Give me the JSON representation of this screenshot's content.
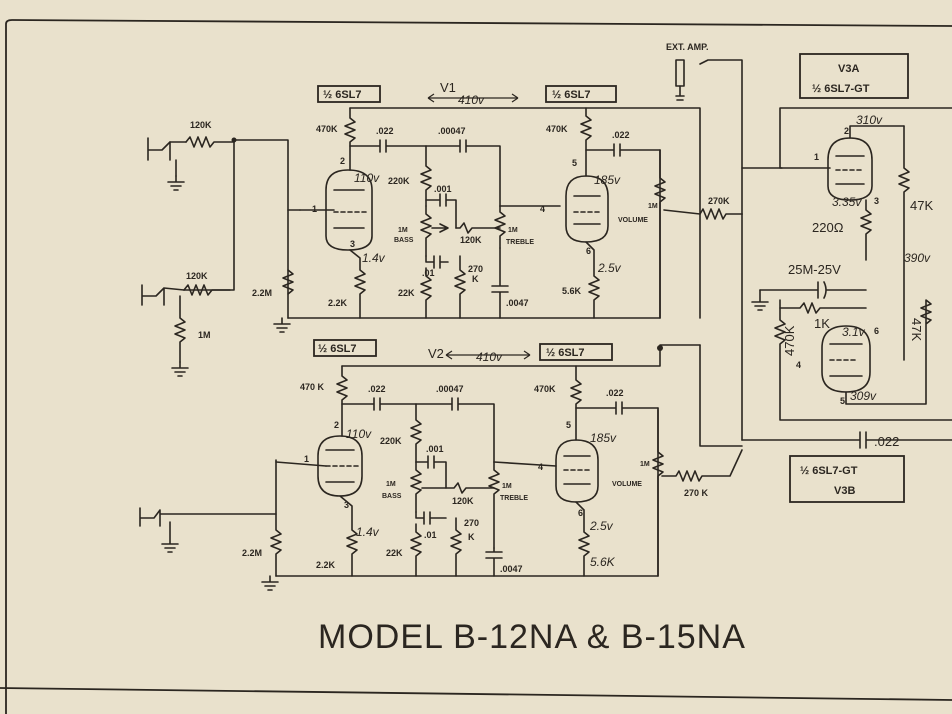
{
  "title": "MODEL B-12NA & B-15NA",
  "tubes": {
    "v1_left": "½ 6SL7",
    "v1_right": "½ 6SL7",
    "v1_tag": "V1",
    "v1_voltage": "410v",
    "v2_left": "½ 6SL7",
    "v2_right": "½ 6SL7",
    "v2_tag": "V2",
    "v2_voltage": "410v",
    "v3a_line1": "V3A",
    "v3a_line2": "½ 6SL7-GT",
    "v3b_line1": "½ 6SL7-GT",
    "v3b_line2": "V3B"
  },
  "ext_amp": "EXT. AMP.",
  "channel1": {
    "in_res": "120K",
    "in_res2": "120K",
    "r_1m": "1M",
    "grid_res": "2.2M",
    "cathode_res": "2.2K",
    "plate_res": "470K",
    "cap_022": ".022",
    "cap_00047": ".00047",
    "res_220k": "220K",
    "cap_001": ".001",
    "bass_pot": "1M",
    "bass_label": "BASS",
    "treble_pot": "1M",
    "treble_label": "TREBLE",
    "res_120k": "120K",
    "cap_01": ".01",
    "res_22k": "22K",
    "res_270k": "270",
    "res_270k_suffix": "K",
    "cap_0047": ".0047",
    "v_110": "110v",
    "v_14": "1.4v",
    "plate2_res": "470K",
    "cap2_022": ".022",
    "v_185": "185v",
    "v_25": "2.5v",
    "cath2_res": "5.6K",
    "volume_pot": "1M",
    "volume_label": "VOLUME",
    "mix_res": "270K",
    "pin1": "1",
    "pin2": "2",
    "pin3": "3",
    "pin4": "4",
    "pin5": "5",
    "pin6": "6"
  },
  "channel2": {
    "plate_res": "470 K",
    "cap_022": ".022",
    "cap_00047": ".00047",
    "res_220k": "220K",
    "cap_001": ".001",
    "bass_pot": "1M",
    "bass_label": "BASS",
    "treble_pot": "1M",
    "treble_label": "TREBLE",
    "res_120k": "120K",
    "cap_01": ".01",
    "res_22k": "22K",
    "res_270k": "270",
    "res_270k_suffix": "K",
    "cap_0047": ".0047",
    "v_110": "110v",
    "v_14": "1.4v",
    "grid_res": "2.2M",
    "cathode_res": "2.2K",
    "plate2_res": "470K",
    "cap2_022": ".022",
    "v_185": "185v",
    "v_25": "2.5v",
    "cath2_res": "5.6K",
    "volume_pot": "1M",
    "volume_label": "VOLUME",
    "mix_res": "270 K",
    "pin1": "1",
    "pin2": "2",
    "pin3": "3",
    "pin4": "4",
    "pin5": "5",
    "pin6": "6"
  },
  "stage3": {
    "v_310": "310v",
    "v_335": "3.35v",
    "res_220": "220Ω",
    "res_47k": "47K",
    "v_390": "390v",
    "cap_25m": "25M-25V",
    "res_1k": "1K",
    "v_31": "3.1v",
    "res_470k": "470K",
    "res_47k_b": "47K",
    "v_309": "309v",
    "cap_022": ".022",
    "pin1": "1",
    "pin2": "2",
    "pin3": "3",
    "pin4": "4",
    "pin5": "5",
    "pin6": "6"
  }
}
